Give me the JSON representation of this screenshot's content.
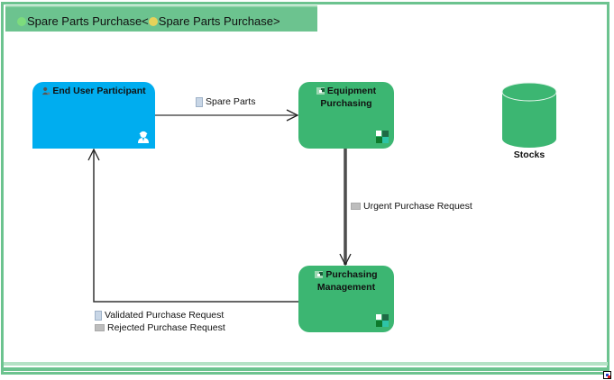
{
  "diagram": {
    "title": "Spare Parts Purchase<",
    "title_suffix": "Spare Parts Purchase>",
    "title_icons": [
      "globe-icon-green",
      "globe-icon-yellow"
    ],
    "colors": {
      "frame": "#6cc38f",
      "participant": "#00adef",
      "task": "#3cb672",
      "store": "#3cb672"
    },
    "nodes": {
      "participant": {
        "label": "End User Participant",
        "type": "participant",
        "icon": "user-icon"
      },
      "equipment": {
        "label_line1": "Equipment",
        "label_line2": "Purchasing",
        "type": "process",
        "icon": "puzzle-icon"
      },
      "management": {
        "label_line1": "Purchasing",
        "label_line2": "Management",
        "type": "process",
        "icon": "puzzle-icon"
      },
      "store": {
        "label": "Stocks",
        "type": "datastore"
      }
    },
    "edges": [
      {
        "from": "End User Participant",
        "to": "Equipment Purchasing",
        "labels": [
          {
            "text": "Spare Parts",
            "icon": "document-icon"
          }
        ]
      },
      {
        "from": "Equipment Purchasing",
        "to": "Purchasing Management",
        "labels": [
          {
            "text": "Urgent Purchase Request",
            "icon": "message-icon"
          }
        ]
      },
      {
        "from": "Purchasing Management",
        "to": "End User Participant",
        "labels": [
          {
            "text": "Validated Purchase Request",
            "icon": "document-icon"
          },
          {
            "text": "Rejected Purchase Request",
            "icon": "message-icon"
          }
        ]
      }
    ]
  }
}
